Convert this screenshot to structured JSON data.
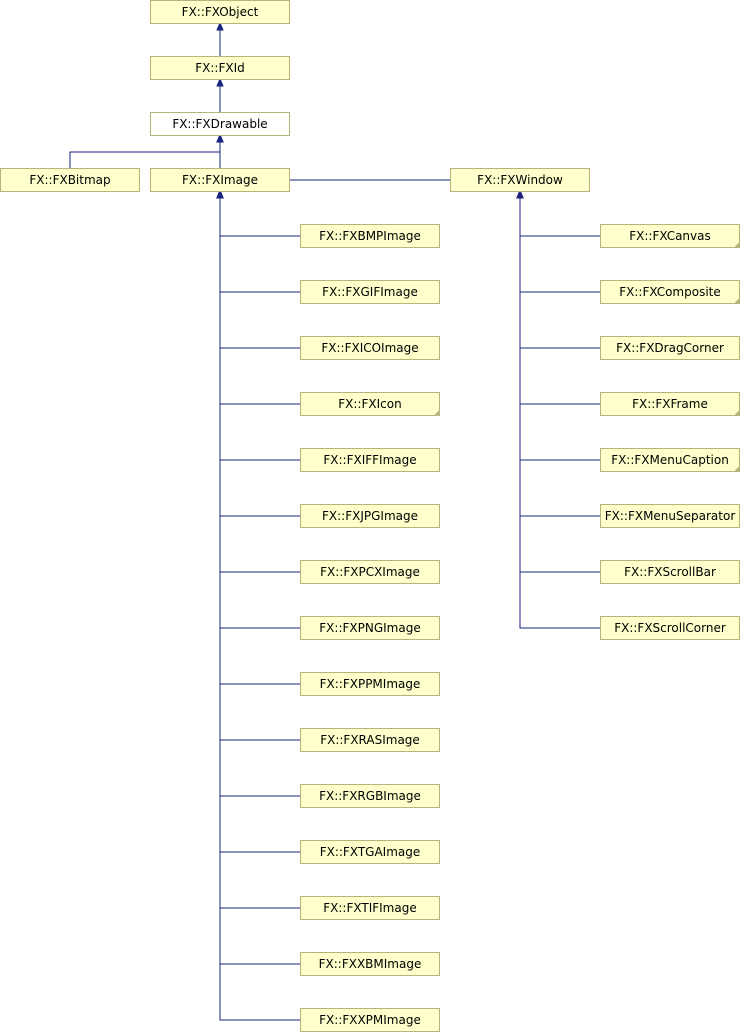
{
  "diagram": {
    "colors": {
      "node_fill": "#ffffcc",
      "node_border": "#b8b37a",
      "current_fill": "#ffffff",
      "current_border": "#000000",
      "edge": "#1a237e",
      "fold_corner": "#b8b37a"
    },
    "nodes": [
      {
        "id": "fxobject",
        "label": "FX::FXObject"
      },
      {
        "id": "fxid",
        "label": "FX::FXId"
      },
      {
        "id": "fxdrawable",
        "label": "FX::FXDrawable",
        "current": true
      },
      {
        "id": "fxbitmap",
        "label": "FX::FXBitmap"
      },
      {
        "id": "fximage",
        "label": "FX::FXImage"
      },
      {
        "id": "fxwindow",
        "label": "FX::FXWindow"
      },
      {
        "id": "fxbmpimage",
        "label": "FX::FXBMPImage"
      },
      {
        "id": "fxgifimage",
        "label": "FX::FXGIFImage"
      },
      {
        "id": "fxicoimage",
        "label": "FX::FXICOImage"
      },
      {
        "id": "fxicon",
        "label": "FX::FXIcon",
        "folded": true
      },
      {
        "id": "fxiffimage",
        "label": "FX::FXIFFImage"
      },
      {
        "id": "fxjpgimage",
        "label": "FX::FXJPGImage"
      },
      {
        "id": "fxpcximage",
        "label": "FX::FXPCXImage"
      },
      {
        "id": "fxpngimage",
        "label": "FX::FXPNGImage"
      },
      {
        "id": "fxppmimage",
        "label": "FX::FXPPMImage"
      },
      {
        "id": "fxrasimage",
        "label": "FX::FXRASImage"
      },
      {
        "id": "fxrgbimage",
        "label": "FX::FXRGBImage"
      },
      {
        "id": "fxtgaimage",
        "label": "FX::FXTGAImage"
      },
      {
        "id": "fxtifimage",
        "label": "FX::FXTIFImage"
      },
      {
        "id": "fxxbmimage",
        "label": "FX::FXXBMImage"
      },
      {
        "id": "fxxpmimage",
        "label": "FX::FXXPMImage"
      },
      {
        "id": "fxcanvas",
        "label": "FX::FXCanvas",
        "folded": true
      },
      {
        "id": "fxcomposite",
        "label": "FX::FXComposite",
        "folded": true
      },
      {
        "id": "fxdragcorner",
        "label": "FX::FXDragCorner"
      },
      {
        "id": "fxframe",
        "label": "FX::FXFrame",
        "folded": true
      },
      {
        "id": "fxmenucaption",
        "label": "FX::FXMenuCaption",
        "folded": true
      },
      {
        "id": "fxmenuseparator",
        "label": "FX::FXMenuSeparator"
      },
      {
        "id": "fxscrollbar",
        "label": "FX::FXScrollBar"
      },
      {
        "id": "fxscrollcorner",
        "label": "FX::FXScrollCorner"
      }
    ],
    "edges": [
      {
        "from": "fxid",
        "to": "fxobject"
      },
      {
        "from": "fxdrawable",
        "to": "fxid"
      },
      {
        "from": "fxbitmap",
        "to": "fxdrawable"
      },
      {
        "from": "fximage",
        "to": "fxdrawable"
      },
      {
        "from": "fxwindow",
        "to": "fxdrawable"
      },
      {
        "from": "fxbmpimage",
        "to": "fximage"
      },
      {
        "from": "fxgifimage",
        "to": "fximage"
      },
      {
        "from": "fxicoimage",
        "to": "fximage"
      },
      {
        "from": "fxicon",
        "to": "fximage"
      },
      {
        "from": "fxiffimage",
        "to": "fximage"
      },
      {
        "from": "fxjpgimage",
        "to": "fximage"
      },
      {
        "from": "fxpcximage",
        "to": "fximage"
      },
      {
        "from": "fxpngimage",
        "to": "fximage"
      },
      {
        "from": "fxppmimage",
        "to": "fximage"
      },
      {
        "from": "fxrasimage",
        "to": "fximage"
      },
      {
        "from": "fxrgbimage",
        "to": "fximage"
      },
      {
        "from": "fxtgaimage",
        "to": "fximage"
      },
      {
        "from": "fxtifimage",
        "to": "fximage"
      },
      {
        "from": "fxxbmimage",
        "to": "fximage"
      },
      {
        "from": "fxxpmimage",
        "to": "fximage"
      },
      {
        "from": "fxcanvas",
        "to": "fxwindow"
      },
      {
        "from": "fxcomposite",
        "to": "fxwindow"
      },
      {
        "from": "fxdragcorner",
        "to": "fxwindow"
      },
      {
        "from": "fxframe",
        "to": "fxwindow"
      },
      {
        "from": "fxmenucaption",
        "to": "fxwindow"
      },
      {
        "from": "fxmenuseparator",
        "to": "fxwindow"
      },
      {
        "from": "fxscrollbar",
        "to": "fxwindow"
      },
      {
        "from": "fxscrollcorner",
        "to": "fxwindow"
      }
    ]
  }
}
